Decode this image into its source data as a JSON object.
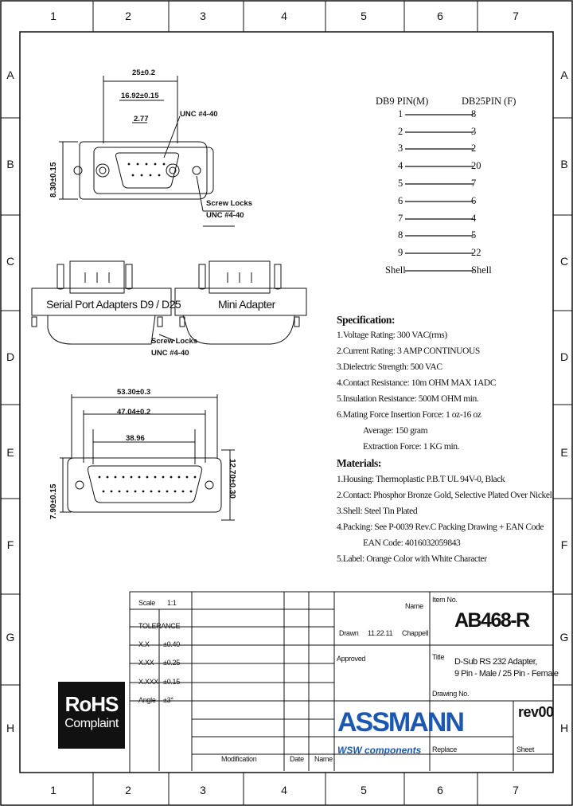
{
  "frame": {
    "columns": [
      "1",
      "2",
      "3",
      "4",
      "5",
      "6",
      "7"
    ],
    "rows": [
      "A",
      "B",
      "C",
      "D",
      "E",
      "F",
      "G",
      "H"
    ]
  },
  "drawing": {
    "top_view": {
      "dim_overall": "25±0.2",
      "dim_mount": "16.92±0.15",
      "dim_pitch": "2.77",
      "dim_height": "8.30±0.15",
      "thread_label": "UNC #4-40",
      "screw_locks": "Screw Locks",
      "screw_thread": "UNC #4-40"
    },
    "side_view": {
      "left_label": "Serial Port Adapters D9 / D25",
      "right_label": "Mini Adapter",
      "screw_locks": "Screw Locks",
      "screw_thread": "UNC #4-40"
    },
    "bottom_view": {
      "dim_overall": "53.30±0.3",
      "dim_mount": "47.04±0.2",
      "dim_pitch": "38.96",
      "dim_height": "7.90±0.15",
      "dim_flange": "12.70±0.30"
    }
  },
  "pinout": {
    "header_left": "DB9 PIN(M)",
    "header_right": "DB25PIN (F)",
    "pairs": [
      {
        "a": "1",
        "b": "8"
      },
      {
        "a": "2",
        "b": "3"
      },
      {
        "a": "3",
        "b": "2"
      },
      {
        "a": "4",
        "b": "20"
      },
      {
        "a": "5",
        "b": "7"
      },
      {
        "a": "6",
        "b": "6"
      },
      {
        "a": "7",
        "b": "4"
      },
      {
        "a": "8",
        "b": "5"
      },
      {
        "a": "9",
        "b": "22"
      },
      {
        "a": "Shell",
        "b": "Shell"
      }
    ]
  },
  "specification": {
    "heading": "Specification:",
    "lines": [
      "1.Voltage Rating: 300 VAC(rms)",
      "2.Current Rating: 3 AMP CONTINUOUS",
      "3.Dielectric Strength: 500 VAC",
      "4.Contact Resistance: 10m OHM MAX 1ADC",
      "5.Insulation Resistance: 500M OHM min.",
      "6.Mating Force Insertion Force: 1 oz-16 oz",
      "Average: 150 gram",
      "Extraction Force: 1 KG min."
    ]
  },
  "materials": {
    "heading": "Materials:",
    "lines": [
      "1.Housing: Thermoplastic P.B.T UL 94V-0, Black",
      "2.Contact: Phosphor Bronze Gold, Selective Plated Over Nickel",
      "3.Shell: Steel Tin Plated",
      "4.Packing: See P-0039 Rev.C Packing Drawing + EAN Code",
      "EAN Code: 4016032059843",
      "5.Label: Orange Color with White Character"
    ]
  },
  "title_block": {
    "scale_label": "Scale",
    "scale_value": "1:1",
    "tolerance_label": "TOLERANCE",
    "tol_rows": [
      {
        "k": "X.X",
        "v": "±0.40"
      },
      {
        "k": "X.XX",
        "v": "±0.25"
      },
      {
        "k": "X.XXX",
        "v": "±0.15"
      },
      {
        "k": "Angle",
        "v": "±3°"
      }
    ],
    "name_label": "Name",
    "drawn_label": "Drawn",
    "drawn_date": "11.22.11",
    "drawn_name": "Chappell",
    "approved_label": "Approved",
    "item_no_label": "Item No.",
    "item_no": "AB468-R",
    "title_label": "Title",
    "title_line1": "D-Sub RS 232 Adapter,",
    "title_line2": "9 Pin - Male / 25 Pin - Female",
    "drawing_no_label": "Drawing No.",
    "rev": "rev00",
    "replace_label": "Replace",
    "sheet_label": "Sheet",
    "modification_label": "Modification",
    "date_label": "Date",
    "name_col_label": "Name",
    "brand": "ASSMANN",
    "brand_sub": "WSW components"
  },
  "rohs": {
    "line1": "RoHS",
    "line2": "Complaint"
  }
}
